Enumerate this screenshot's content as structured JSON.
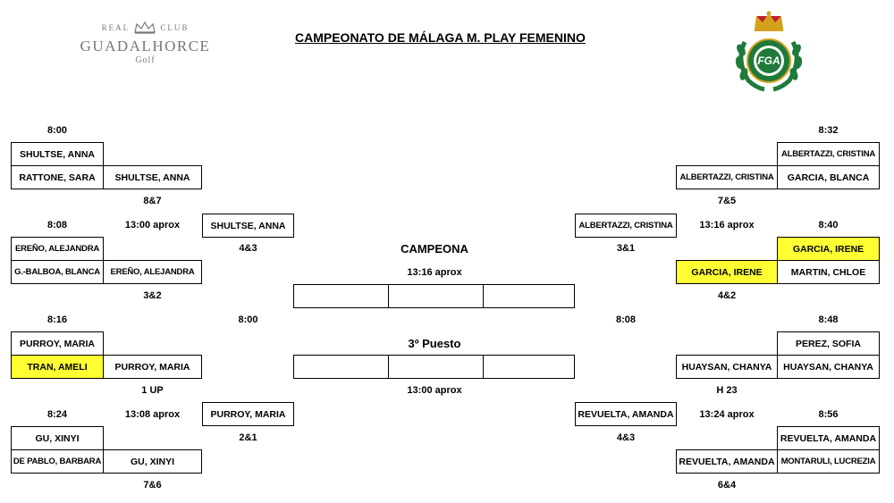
{
  "title": "CAMPEONATO DE MÁLAGA M. PLAY FEMENINO",
  "club_logo": {
    "line1_left": "REAL",
    "line1_right": "CLUB",
    "name": "GUADALHORCE",
    "sub": "Golf"
  },
  "fga_logo": {
    "text": "FGA",
    "colors": {
      "green": "#1f7a3a",
      "red": "#c0202a",
      "gold": "#d4a21a"
    }
  },
  "highlight_color": "#ffff33",
  "left": {
    "r1": [
      {
        "time": "8:00",
        "top": "SHULTSE, ANNA",
        "bottom": "RATTONE, SARA",
        "winner": "SHULTSE, ANNA",
        "result": "8&7"
      },
      {
        "time": "8:08",
        "top": "EREÑO, ALEJANDRA",
        "bottom": "G.-BALBOA, BLANCA",
        "winner": "EREÑO, ALEJANDRA",
        "result": "3&2"
      },
      {
        "time": "8:16",
        "top": "PURROY, MARIA",
        "bottom": "TRAN, AMELI",
        "winner": "PURROY, MARIA",
        "result": "1 UP"
      },
      {
        "time": "8:24",
        "top": "GU, XINYI",
        "bottom": "DE PABLO, BARBARA",
        "winner": "GU, XINYI",
        "result": "7&6"
      }
    ],
    "r2": [
      {
        "time": "13:00 aprox",
        "winner": "SHULTSE, ANNA",
        "result": "4&3"
      },
      {
        "time": "13:08 aprox",
        "winner": "PURROY, MARIA",
        "result": "2&1"
      }
    ],
    "sf_time": "8:00"
  },
  "right": {
    "r1": [
      {
        "time": "8:32",
        "top": "ALBERTAZZI, CRISTINA",
        "bottom": "GARCIA, BLANCA",
        "winner": "ALBERTAZZI, CRISTINA",
        "result": "7&5"
      },
      {
        "time": "8:40",
        "top": "GARCIA, IRENE",
        "bottom": "MARTIN, CHLOE",
        "winner": "GARCIA, IRENE",
        "result": "4&2"
      },
      {
        "time": "8:48",
        "top": "PEREZ, SOFIA",
        "bottom": "HUAYSAN, CHANYA",
        "winner": "HUAYSAN, CHANYA",
        "result": "H 23"
      },
      {
        "time": "8:56",
        "top": "REVUELTA, AMANDA",
        "bottom": "MONTARULI, LUCREZIA",
        "winner": "REVUELTA, AMANDA",
        "result": "6&4"
      }
    ],
    "r2": [
      {
        "time": "13:16 aprox",
        "winner": "ALBERTAZZI, CRISTINA",
        "result": "3&1"
      },
      {
        "time": "13:24 aprox",
        "winner": "REVUELTA, AMANDA",
        "result": "4&3"
      }
    ],
    "sf_time": "8:08"
  },
  "final": {
    "label": "CAMPEONA",
    "time": "13:16 aprox"
  },
  "third": {
    "label": "3º Puesto",
    "time": "13:00 aprox"
  }
}
